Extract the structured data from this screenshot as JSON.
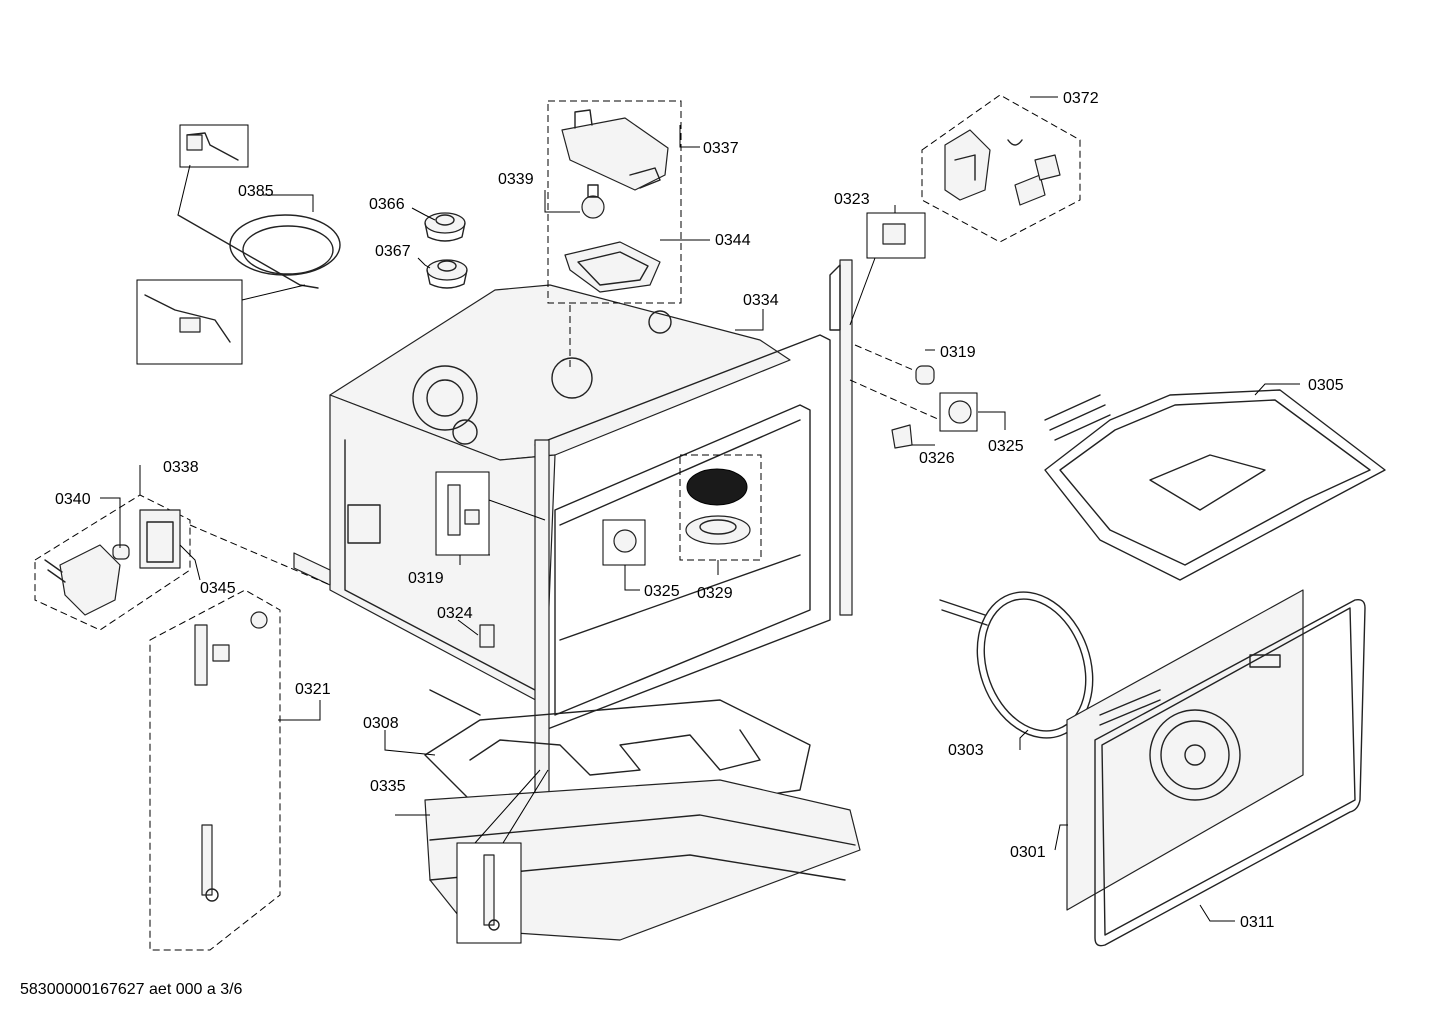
{
  "diagram": {
    "title": "",
    "part_labels": {
      "p0301": "0301",
      "p0303": "0303",
      "p0305": "0305",
      "p0308": "0308",
      "p0311": "0311",
      "p0319a": "0319",
      "p0319b": "0319",
      "p0321": "0321",
      "p0323": "0323",
      "p0324": "0324",
      "p0325a": "0325",
      "p0325b": "0325",
      "p0326": "0326",
      "p0329": "0329",
      "p0334": "0334",
      "p0335": "0335",
      "p0337": "0337",
      "p0338": "0338",
      "p0339": "0339",
      "p0340": "0340",
      "p0344": "0344",
      "p0345": "0345",
      "p0366": "0366",
      "p0367": "0367",
      "p0372": "0372",
      "p0385": "0385"
    },
    "footer": "58300000167627 aet 000 a 3/6"
  },
  "colors": {
    "line": "#000000",
    "background": "#ffffff",
    "part_fill": "#f4f4f4"
  }
}
